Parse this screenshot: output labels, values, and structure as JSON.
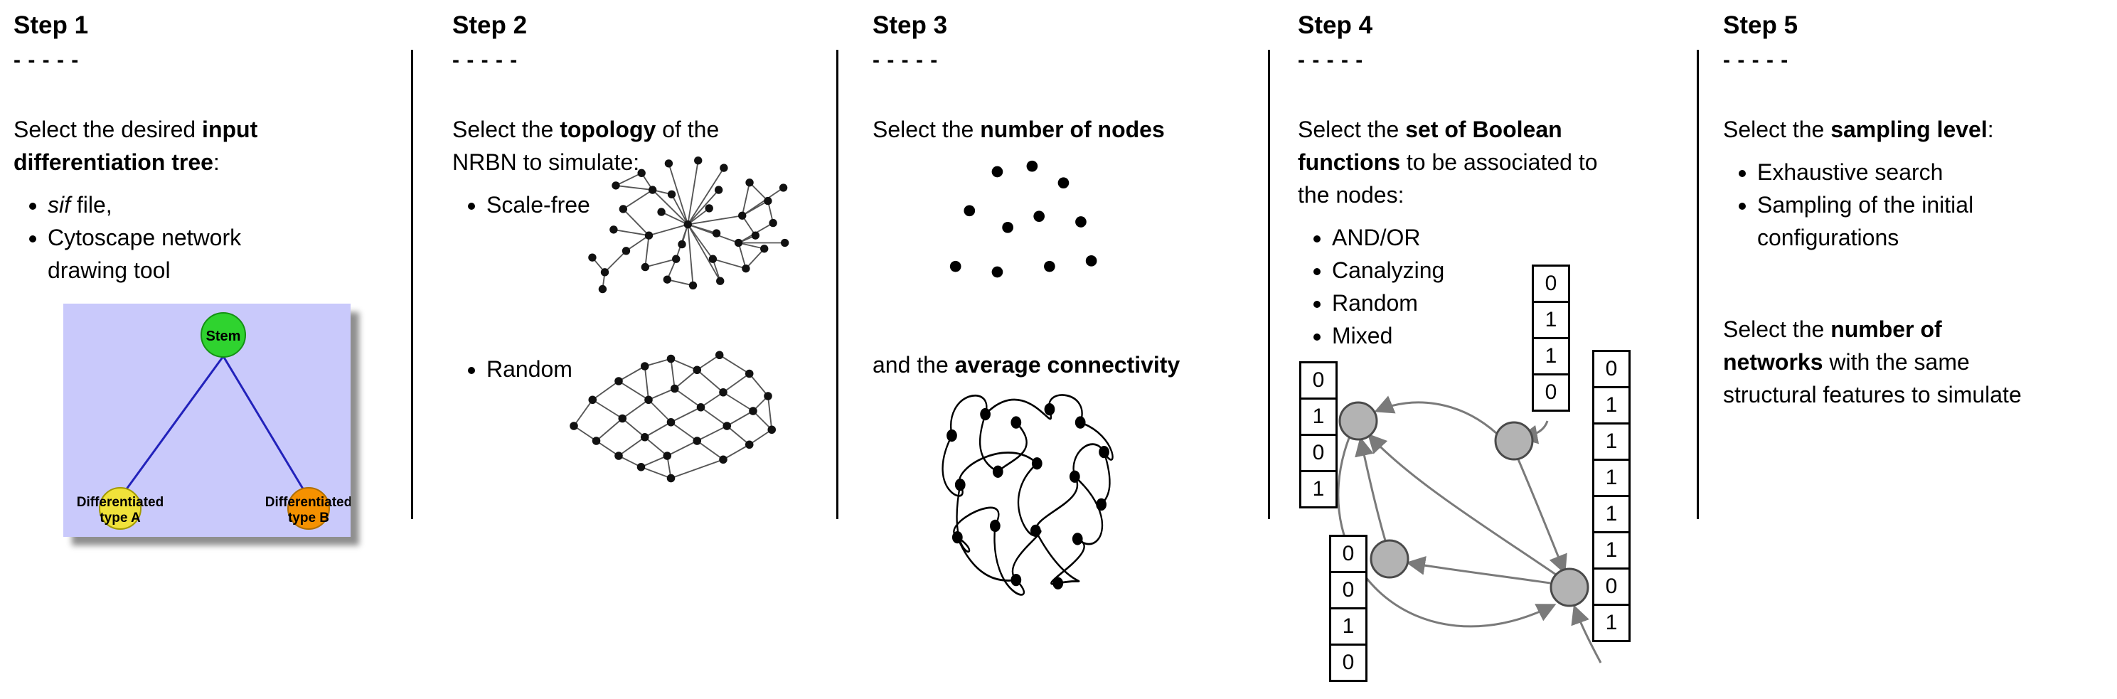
{
  "steps": [
    {
      "title": "Step 1",
      "dashes": "- - - - -",
      "desc": {
        "pre": "Select the desired ",
        "bold": "input differentiation tree",
        "post": ":"
      },
      "bullets": [
        {
          "italic": "sif",
          "rest": " file,"
        },
        {
          "text": "Cytoscape network drawing tool"
        }
      ],
      "tree": {
        "root": "Stem",
        "left_line1": "Differentiated",
        "left_line2": "type A",
        "right_line1": "Differentiated",
        "right_line2": "type B",
        "colors": {
          "background": "#c9c9fb",
          "root": "#2fd32f",
          "left": "#f0e23a",
          "right": "#f59100",
          "edge": "#2222bb"
        }
      }
    },
    {
      "title": "Step 2",
      "dashes": "- - - - -",
      "desc": {
        "pre": "Select the ",
        "bold": "topology",
        "post": " of the NRBN to simulate:"
      },
      "bullets": [
        {
          "text": "Scale-free"
        },
        {
          "text": "Random"
        }
      ]
    },
    {
      "title": "Step 3",
      "dashes": "- - - - -",
      "desc1": {
        "pre": "Select the ",
        "bold": "number of nodes",
        "post": ""
      },
      "desc2": {
        "pre": "and the ",
        "bold": "average connectivity",
        "post": ""
      }
    },
    {
      "title": "Step 4",
      "dashes": "- - - - -",
      "desc": {
        "pre": "Select the ",
        "bold": "set of Boolean functions",
        "post": " to be associated to the nodes:"
      },
      "bullets": [
        {
          "text": "AND/OR"
        },
        {
          "text": "Canalyzing"
        },
        {
          "text": "Random"
        },
        {
          "text": "Mixed"
        }
      ],
      "tables": {
        "left": [
          "0",
          "1",
          "0",
          "1"
        ],
        "top": [
          "0",
          "1",
          "1",
          "0"
        ],
        "bottom": [
          "0",
          "0",
          "1",
          "0"
        ],
        "right": [
          "0",
          "1",
          "1",
          "1",
          "1",
          "1",
          "0",
          "1"
        ]
      }
    },
    {
      "title": "Step 5",
      "dashes": "- - - - -",
      "desc": {
        "pre": "Select the ",
        "bold": "sampling level",
        "post": ":"
      },
      "bullets": [
        {
          "text": "Exhaustive search"
        },
        {
          "text": "Sampling of the initial configurations"
        }
      ],
      "para2": {
        "pre": "Select the ",
        "bold": "number of networks",
        "post": " with the same structural features to simulate"
      }
    }
  ]
}
